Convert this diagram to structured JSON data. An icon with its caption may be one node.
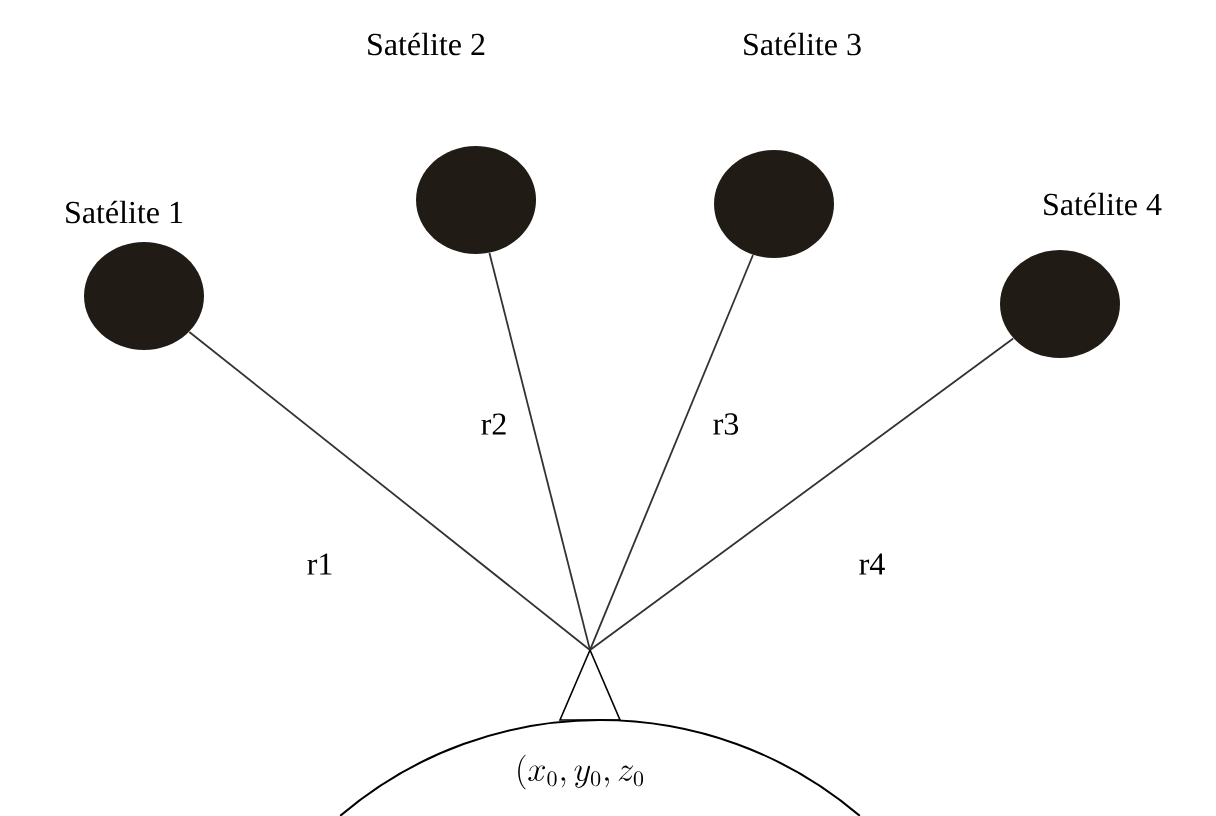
{
  "diagram": {
    "nodes": [
      {
        "text": [
          "Satélite 1"
        ]
      },
      {
        "text": [
          "Satélite 2"
        ]
      },
      {
        "text": [
          "Satélite 3"
        ]
      },
      {
        "text": [
          "Satélite 4"
        ]
      },
      {
        "text": [],
        "shape": "picture"
      }
    ],
    "edges": [
      {
        "from": 0,
        "to": 4,
        "arrow": "none",
        "label": "r1"
      },
      {
        "from": 1,
        "to": 4,
        "arrow": "none",
        "label": "r2"
      },
      {
        "from": 2,
        "to": 4,
        "arrow": "none",
        "label": "r3"
      },
      {
        "from": 3,
        "to": 4,
        "arrow": "none",
        "label": "r4"
      }
    ],
    "labels": [
      "(x_0, y_0, z_0"
    ]
  }
}
